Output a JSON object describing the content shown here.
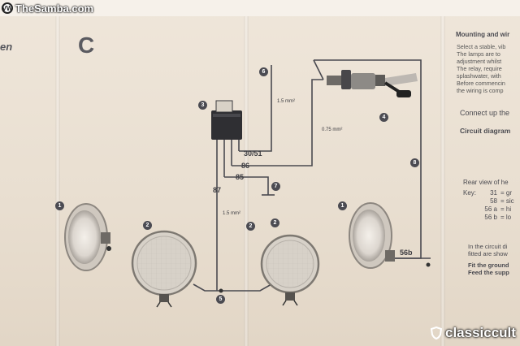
{
  "watermarks": {
    "top_left": "TheSamba.com",
    "bottom_right": "classiccult"
  },
  "header": {
    "word_partial": "en",
    "section_letter": "C"
  },
  "right_text": {
    "heading": "Mounting and wir",
    "lines": [
      "Select a stable, vib",
      "The lamps are to",
      "adjustment whilst",
      "The relay, require",
      "splashwater, with",
      "Before commencin",
      "the wiring is comp"
    ],
    "connect": "Connect up the",
    "circuit": "Circuit diagram",
    "rear_view": "Rear view of he",
    "key_label": "Key:",
    "key_rows": [
      {
        "code": "31",
        "desc": "= gr"
      },
      {
        "code": "58",
        "desc": "= sic"
      },
      {
        "code": "56 a",
        "desc": "= hi"
      },
      {
        "code": "56 b",
        "desc": "= lo"
      }
    ],
    "circuit2_l1": "In the circuit di",
    "circuit2_l2": "fitted are show",
    "fit_l1": "Fit the ground",
    "fit_l2": "Feed the supp"
  },
  "diagram": {
    "labels": {
      "t3051": "30/51",
      "t86": "86",
      "t85": "85",
      "t87": "87",
      "t56b": "56b",
      "w15_top": "1.5 mm²",
      "w075": "0.75 mm²",
      "w15_bot": "1.5 mm²"
    },
    "numbers": {
      "n1_left": "1",
      "n1_right": "1",
      "n2_left": "2",
      "n2_mid": "2",
      "n2_right": "2",
      "n3": "3",
      "n4": "4",
      "n5": "5",
      "n6": "6",
      "n7": "7",
      "n8": "8"
    }
  }
}
